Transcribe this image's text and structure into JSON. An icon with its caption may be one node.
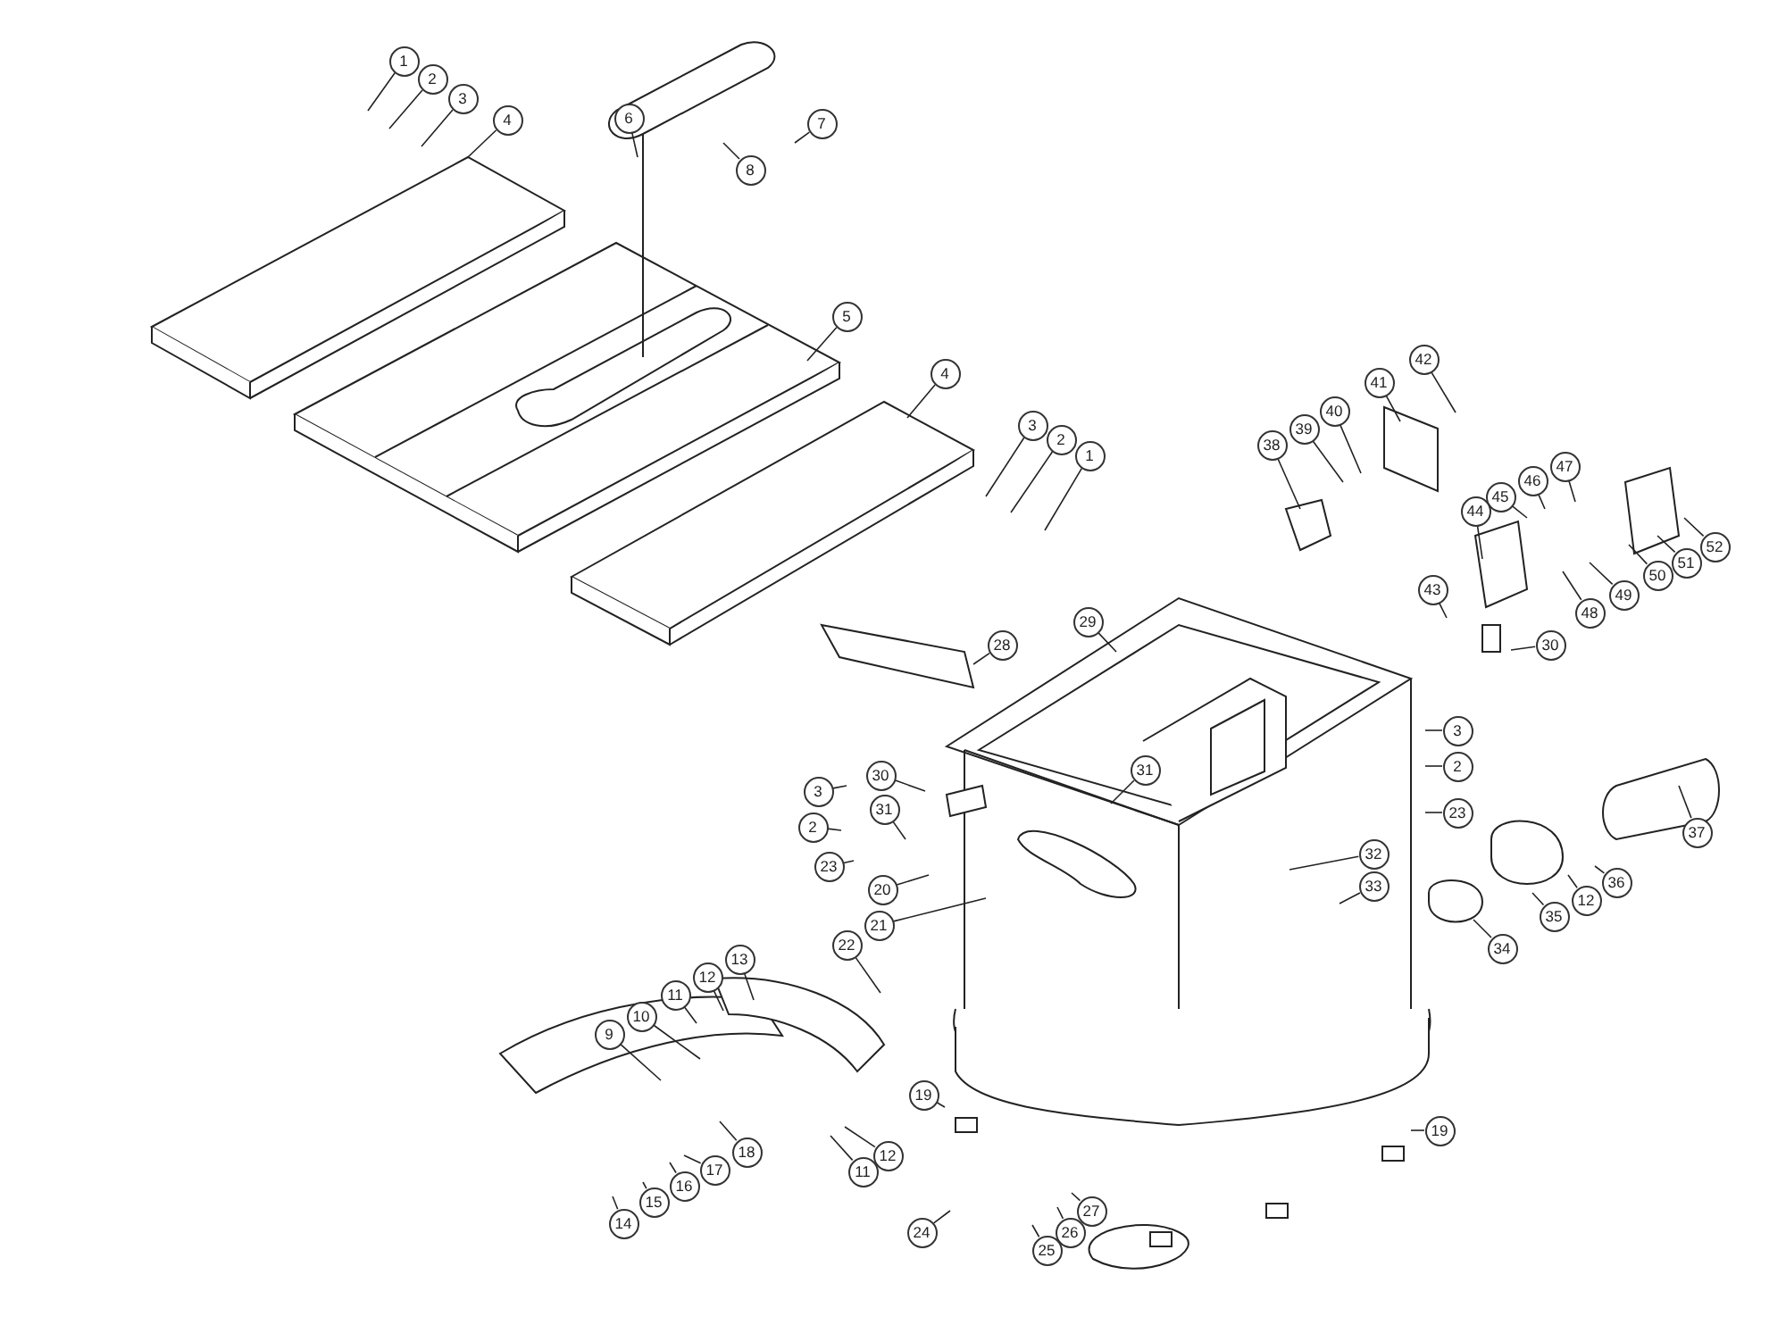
{
  "diagram": {
    "nodes": [
      {
        "text": [
          "1"
        ]
      },
      {
        "text": [
          "2"
        ]
      },
      {
        "text": [
          "3"
        ]
      },
      {
        "text": [
          "4"
        ]
      },
      {
        "text": [
          "6"
        ]
      },
      {
        "text": [
          "7"
        ]
      },
      {
        "text": [
          "8"
        ]
      },
      {
        "text": [
          "5"
        ]
      },
      {
        "text": [
          "4"
        ]
      },
      {
        "text": [
          "3"
        ]
      },
      {
        "text": [
          "2"
        ]
      },
      {
        "text": [
          "1"
        ]
      },
      {
        "text": [
          "42"
        ]
      },
      {
        "text": [
          "41"
        ]
      },
      {
        "text": [
          "40"
        ]
      },
      {
        "text": [
          "39"
        ]
      },
      {
        "text": [
          "38"
        ]
      },
      {
        "text": [
          "47"
        ]
      },
      {
        "text": [
          "46"
        ]
      },
      {
        "text": [
          "45"
        ]
      },
      {
        "text": [
          "44"
        ]
      },
      {
        "text": [
          "52"
        ]
      },
      {
        "text": [
          "51"
        ]
      },
      {
        "text": [
          "50"
        ]
      },
      {
        "text": [
          "49"
        ]
      },
      {
        "text": [
          "48"
        ]
      },
      {
        "text": [
          "43"
        ]
      },
      {
        "text": [
          "30"
        ]
      },
      {
        "text": [
          "29"
        ]
      },
      {
        "text": [
          "28"
        ]
      },
      {
        "text": [
          "3"
        ]
      },
      {
        "text": [
          "2"
        ]
      },
      {
        "text": [
          "23"
        ]
      },
      {
        "text": [
          "30"
        ]
      },
      {
        "text": [
          "31"
        ]
      },
      {
        "text": [
          "3"
        ]
      },
      {
        "text": [
          "31"
        ]
      },
      {
        "text": [
          "2"
        ]
      },
      {
        "text": [
          "23"
        ]
      },
      {
        "text": [
          "20"
        ]
      },
      {
        "text": [
          "21"
        ]
      },
      {
        "text": [
          "32"
        ]
      },
      {
        "text": [
          "33"
        ]
      },
      {
        "text": [
          "37"
        ]
      },
      {
        "text": [
          "36"
        ]
      },
      {
        "text": [
          "12"
        ]
      },
      {
        "text": [
          "35"
        ]
      },
      {
        "text": [
          "34"
        ]
      },
      {
        "text": [
          "22"
        ]
      },
      {
        "text": [
          "13"
        ]
      },
      {
        "text": [
          "12"
        ]
      },
      {
        "text": [
          "11"
        ]
      },
      {
        "text": [
          "10"
        ]
      },
      {
        "text": [
          "9"
        ]
      },
      {
        "text": [
          "18"
        ]
      },
      {
        "text": [
          "17"
        ]
      },
      {
        "text": [
          "16"
        ]
      },
      {
        "text": [
          "15"
        ]
      },
      {
        "text": [
          "14"
        ]
      },
      {
        "text": [
          "12"
        ]
      },
      {
        "text": [
          "11"
        ]
      },
      {
        "text": [
          "19"
        ]
      },
      {
        "text": [
          "19"
        ]
      },
      {
        "text": [
          "24"
        ]
      },
      {
        "text": [
          "25"
        ]
      },
      {
        "text": [
          "26"
        ]
      },
      {
        "text": [
          "27"
        ]
      }
    ],
    "edges": [
      {
        "from": 0,
        "to": null,
        "arrow": "none"
      },
      {
        "from": 1,
        "to": null,
        "arrow": "none"
      },
      {
        "from": 2,
        "to": null,
        "arrow": "none"
      },
      {
        "from": 3,
        "to": null,
        "arrow": "none"
      },
      {
        "from": 4,
        "to": null,
        "arrow": "none"
      },
      {
        "from": 5,
        "to": null,
        "arrow": "none"
      },
      {
        "from": 6,
        "to": null,
        "arrow": "none"
      },
      {
        "from": 7,
        "to": null,
        "arrow": "none"
      },
      {
        "from": 8,
        "to": null,
        "arrow": "none"
      },
      {
        "from": 9,
        "to": null,
        "arrow": "none"
      },
      {
        "from": 10,
        "to": null,
        "arrow": "none"
      },
      {
        "from": 11,
        "to": null,
        "arrow": "none"
      },
      {
        "from": 12,
        "to": null,
        "arrow": "none"
      },
      {
        "from": 13,
        "to": null,
        "arrow": "none"
      },
      {
        "from": 14,
        "to": null,
        "arrow": "none"
      },
      {
        "from": 15,
        "to": null,
        "arrow": "none"
      },
      {
        "from": 16,
        "to": null,
        "arrow": "none"
      },
      {
        "from": 17,
        "to": null,
        "arrow": "none"
      },
      {
        "from": 18,
        "to": null,
        "arrow": "none"
      },
      {
        "from": 19,
        "to": null,
        "arrow": "none"
      },
      {
        "from": 20,
        "to": null,
        "arrow": "none"
      },
      {
        "from": 21,
        "to": null,
        "arrow": "none"
      },
      {
        "from": 22,
        "to": null,
        "arrow": "none"
      },
      {
        "from": 23,
        "to": null,
        "arrow": "none"
      },
      {
        "from": 24,
        "to": null,
        "arrow": "none"
      },
      {
        "from": 25,
        "to": null,
        "arrow": "none"
      },
      {
        "from": 26,
        "to": null,
        "arrow": "none"
      },
      {
        "from": 27,
        "to": null,
        "arrow": "none"
      },
      {
        "from": 28,
        "to": null,
        "arrow": "none"
      },
      {
        "from": 29,
        "to": null,
        "arrow": "none"
      },
      {
        "from": 30,
        "to": null,
        "arrow": "none"
      },
      {
        "from": 31,
        "to": null,
        "arrow": "none"
      },
      {
        "from": 32,
        "to": null,
        "arrow": "none"
      },
      {
        "from": 33,
        "to": null,
        "arrow": "none"
      },
      {
        "from": 34,
        "to": null,
        "arrow": "none"
      },
      {
        "from": 35,
        "to": null,
        "arrow": "none"
      },
      {
        "from": 36,
        "to": null,
        "arrow": "none"
      },
      {
        "from": 37,
        "to": null,
        "arrow": "none"
      },
      {
        "from": 38,
        "to": null,
        "arrow": "none"
      },
      {
        "from": 39,
        "to": null,
        "arrow": "none"
      },
      {
        "from": 40,
        "to": null,
        "arrow": "none"
      },
      {
        "from": 41,
        "to": null,
        "arrow": "none"
      },
      {
        "from": 42,
        "to": null,
        "arrow": "none"
      },
      {
        "from": 43,
        "to": null,
        "arrow": "none"
      },
      {
        "from": 44,
        "to": null,
        "arrow": "none"
      },
      {
        "from": 45,
        "to": null,
        "arrow": "none"
      },
      {
        "from": 46,
        "to": null,
        "arrow": "none"
      },
      {
        "from": 47,
        "to": null,
        "arrow": "none"
      },
      {
        "from": 48,
        "to": null,
        "arrow": "none"
      },
      {
        "from": 49,
        "to": null,
        "arrow": "none"
      },
      {
        "from": 50,
        "to": null,
        "arrow": "none"
      },
      {
        "from": 51,
        "to": null,
        "arrow": "none"
      },
      {
        "from": 52,
        "to": null,
        "arrow": "none"
      },
      {
        "from": 53,
        "to": null,
        "arrow": "none"
      },
      {
        "from": 54,
        "to": null,
        "arrow": "none"
      },
      {
        "from": 55,
        "to": null,
        "arrow": "none"
      },
      {
        "from": 56,
        "to": null,
        "arrow": "none"
      },
      {
        "from": 57,
        "to": null,
        "arrow": "none"
      },
      {
        "from": 58,
        "to": null,
        "arrow": "none"
      },
      {
        "from": 59,
        "to": null,
        "arrow": "none"
      },
      {
        "from": 60,
        "to": null,
        "arrow": "none"
      },
      {
        "from": 61,
        "to": null,
        "arrow": "none"
      },
      {
        "from": 62,
        "to": null,
        "arrow": "none"
      },
      {
        "from": 63,
        "to": null,
        "arrow": "none"
      },
      {
        "from": 64,
        "to": null,
        "arrow": "none"
      },
      {
        "from": 65,
        "to": null,
        "arrow": "none"
      },
      {
        "from": 66,
        "to": null,
        "arrow": "none"
      }
    ]
  }
}
